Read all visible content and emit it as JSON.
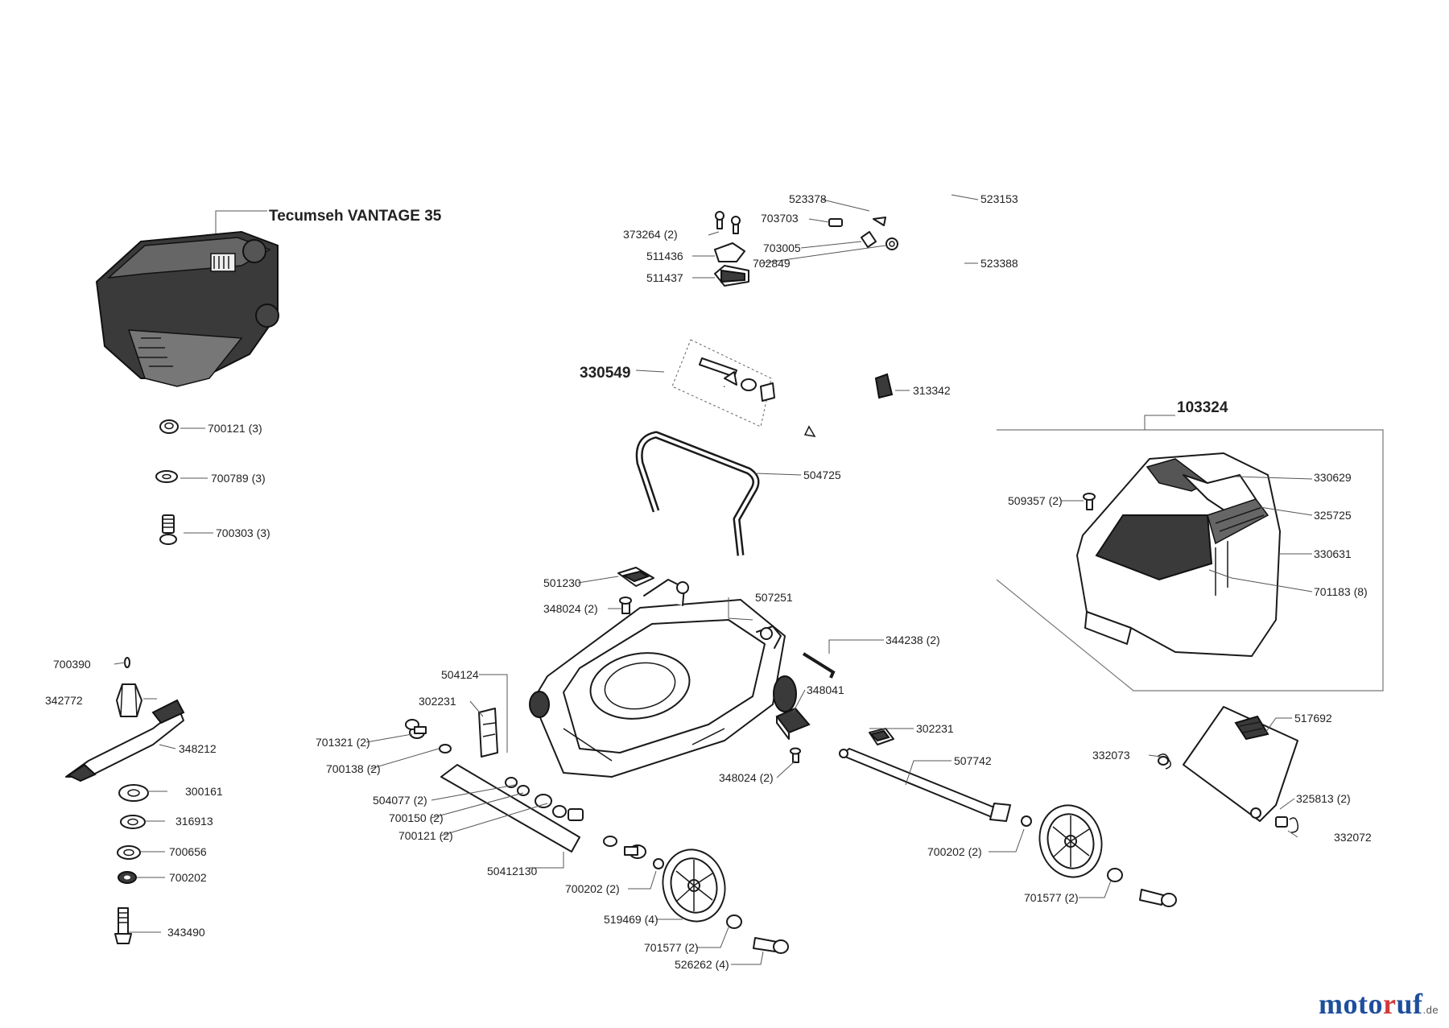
{
  "engine_label": "Tecumseh VANTAGE 35",
  "kit_labels": {
    "handle_kit": "330549",
    "grass_box": "103324"
  },
  "brand": {
    "part1": "moto",
    "part2": "r",
    "part3": "uf",
    "tld": ".de",
    "color_primary": "#1e4f9c",
    "color_accent": "#d23a3a"
  },
  "part_labels": {
    "p700121a": "700121 (3)",
    "p700789": "700789 (3)",
    "p700303": "700303 (3)",
    "p523378": "523378",
    "p523153": "523153",
    "p373264": "373264 (2)",
    "p703703": "703703",
    "p511436": "511436",
    "p703005": "703005",
    "p702849": "702849",
    "p523388": "523388",
    "p511437": "511437",
    "p313342": "313342",
    "p504725": "504725",
    "p330629": "330629",
    "p509357": "509357 (2)",
    "p325725": "325725",
    "p330631": "330631",
    "p701183": "701183 (8)",
    "p501230": "501230",
    "p507251": "507251",
    "p348024a": "348024 (2)",
    "p344238": "344238 (2)",
    "p700390": "700390",
    "p504124": "504124",
    "p348041": "348041",
    "p342772": "342772",
    "p302231a": "302231",
    "p517692": "517692",
    "p348212": "348212",
    "p701321": "701321 (2)",
    "p302231b": "302231",
    "p700138": "700138 (2)",
    "p507742": "507742",
    "p332073": "332073",
    "p348024b": "348024 (2)",
    "p300161": "300161",
    "p504077": "504077 (2)",
    "p325813": "325813 (2)",
    "p700150": "700150 (2)",
    "p316913": "316913",
    "p700121b": "700121 (2)",
    "p332072": "332072",
    "p700656": "700656",
    "p700202a": "700202 (2)",
    "p50412130": "50412130",
    "p700202b": "700202",
    "p700202c": "700202 (2)",
    "p701577a": "701577 (2)",
    "p519469": "519469 (4)",
    "p343490": "343490",
    "p701577b": "701577 (2)",
    "p526262": "526262 (4)"
  }
}
